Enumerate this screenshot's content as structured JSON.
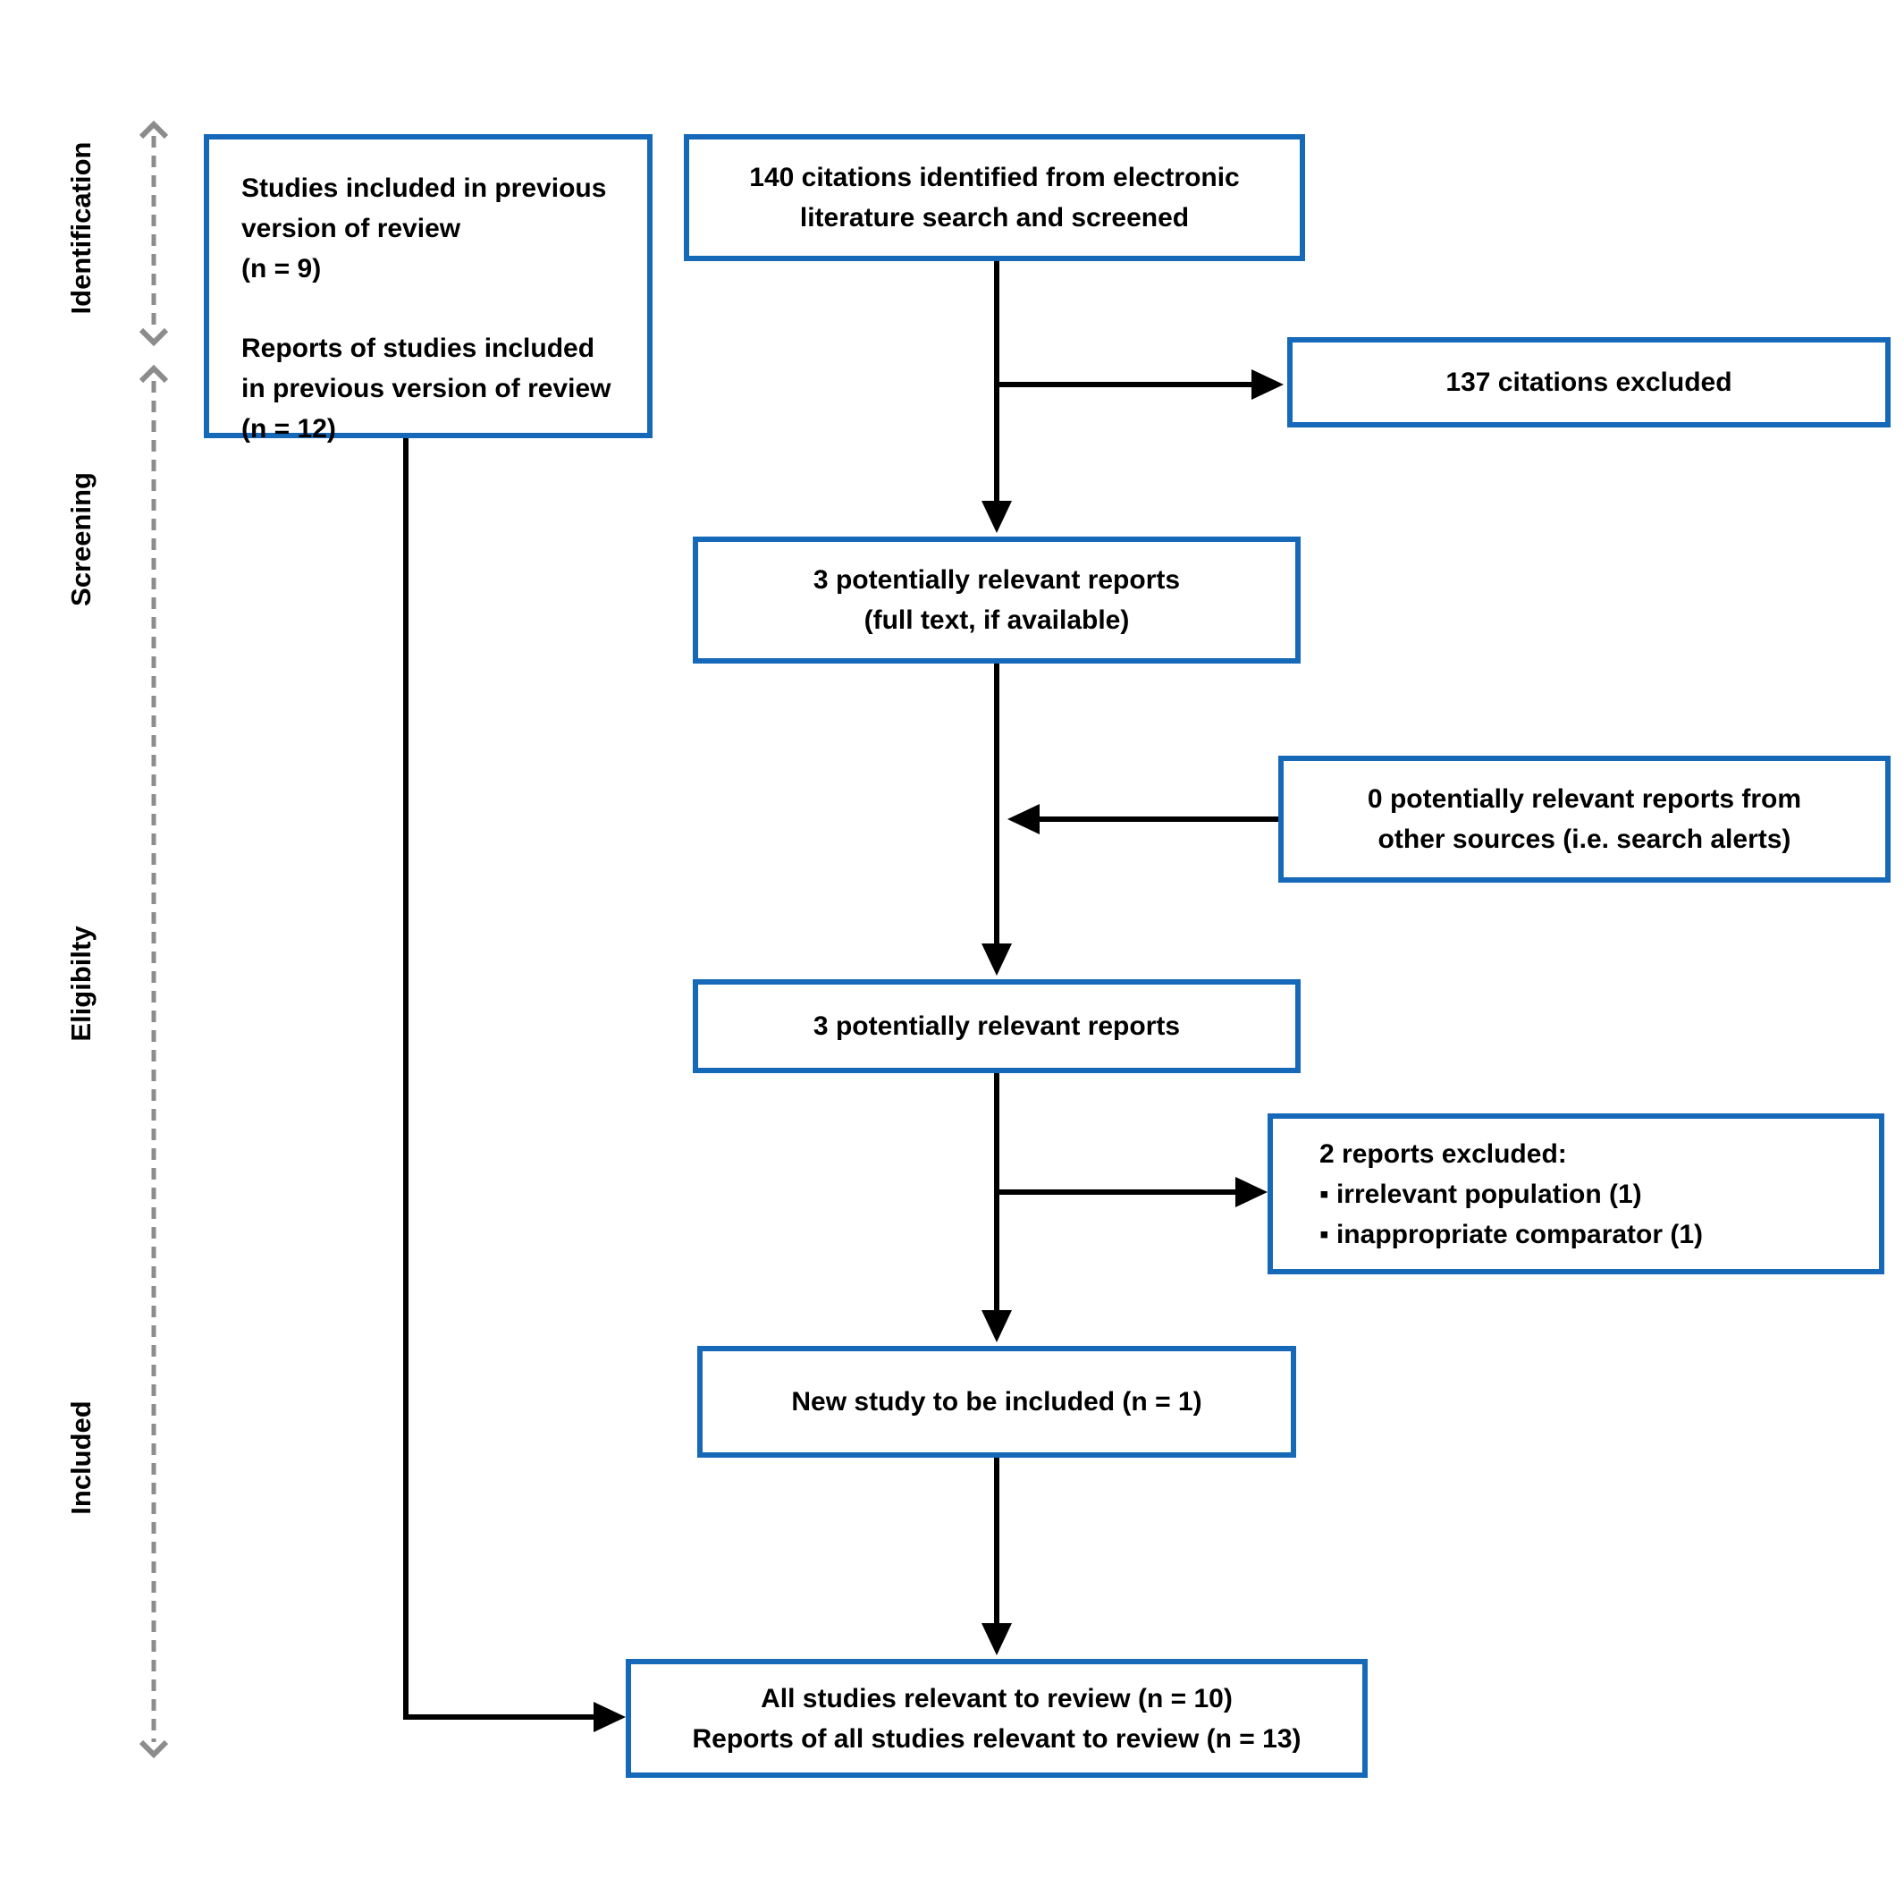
{
  "sections": [
    {
      "label": "Identification"
    },
    {
      "label": "Screening"
    },
    {
      "label": "Eligibilty"
    },
    {
      "label": "Included"
    }
  ],
  "boxes": {
    "previous_version": {
      "para1": "Studies included in previous\nversion of review\n(n = 9)",
      "para2": "Reports of studies included\nin previous version of review\n(n = 12)"
    },
    "identified": "140 citations identified from electronic\nliterature search and screened",
    "excluded_citations": "137 citations excluded",
    "full_text": "3 potentially relevant reports\n(full text, if available)",
    "other_sources": "0 potentially relevant reports from\nother sources (i.e. search alerts)",
    "relevant_reports": "3 potentially relevant reports",
    "excluded_reports": "2 reports excluded:\n▪ irrelevant population (1)\n▪ inappropriate comparator (1)",
    "new_study": "New study to be included (n = 1)",
    "all_studies": "All studies relevant to review (n = 10)\nReports of all studies relevant to review (n = 13)"
  },
  "colors": {
    "box_border": "#1669B8",
    "arrow": "#000000",
    "rail": "#8C8C8C",
    "text": "#000000"
  }
}
